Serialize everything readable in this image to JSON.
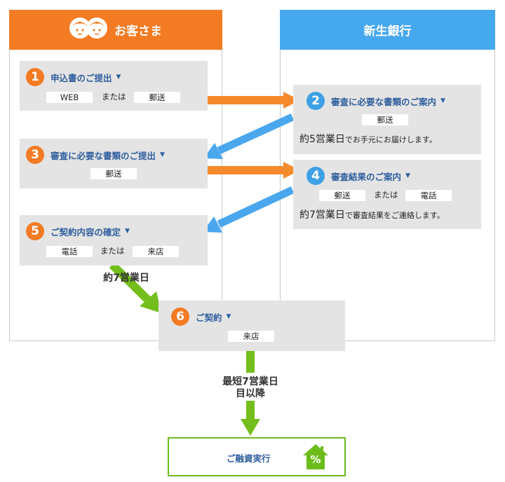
{
  "columns": {
    "customer": {
      "title": "お客さま",
      "color": "#f37b23"
    },
    "bank": {
      "title": "新生銀行",
      "color": "#46a8ef"
    }
  },
  "steps": [
    {
      "num": "1",
      "title": "申込書のご提出",
      "options": [
        "WEB",
        "または",
        "郵送"
      ]
    },
    {
      "num": "2",
      "title": "審査に必要な書類のご案内",
      "options": [
        "郵送"
      ],
      "note_days": "約5営業日",
      "note_rest": "でお手元にお届けします。"
    },
    {
      "num": "3",
      "title": "審査に必要な書類のご提出",
      "options": [
        "郵送"
      ]
    },
    {
      "num": "4",
      "title": "審査結果のご案内",
      "options": [
        "郵送",
        "または",
        "電話"
      ],
      "note_days": "約7営業日",
      "note_rest": "で審査結果をご連絡します。"
    },
    {
      "num": "5",
      "title": "ご契約内容の確定",
      "options": [
        "電話",
        "または",
        "来店"
      ]
    },
    {
      "num": "6",
      "title": "ご契約",
      "options": [
        "来店"
      ]
    }
  ],
  "labels": {
    "wait1": "約7営業日",
    "wait2_line1": "最短7営業日",
    "wait2_line2": "目以降"
  },
  "final": {
    "title": "ご融資実行",
    "icon_text": "%"
  },
  "colors": {
    "orange_arrow": "#f58a2c",
    "blue_arrow": "#4aa7ee",
    "green_arrow": "#73be1c"
  }
}
